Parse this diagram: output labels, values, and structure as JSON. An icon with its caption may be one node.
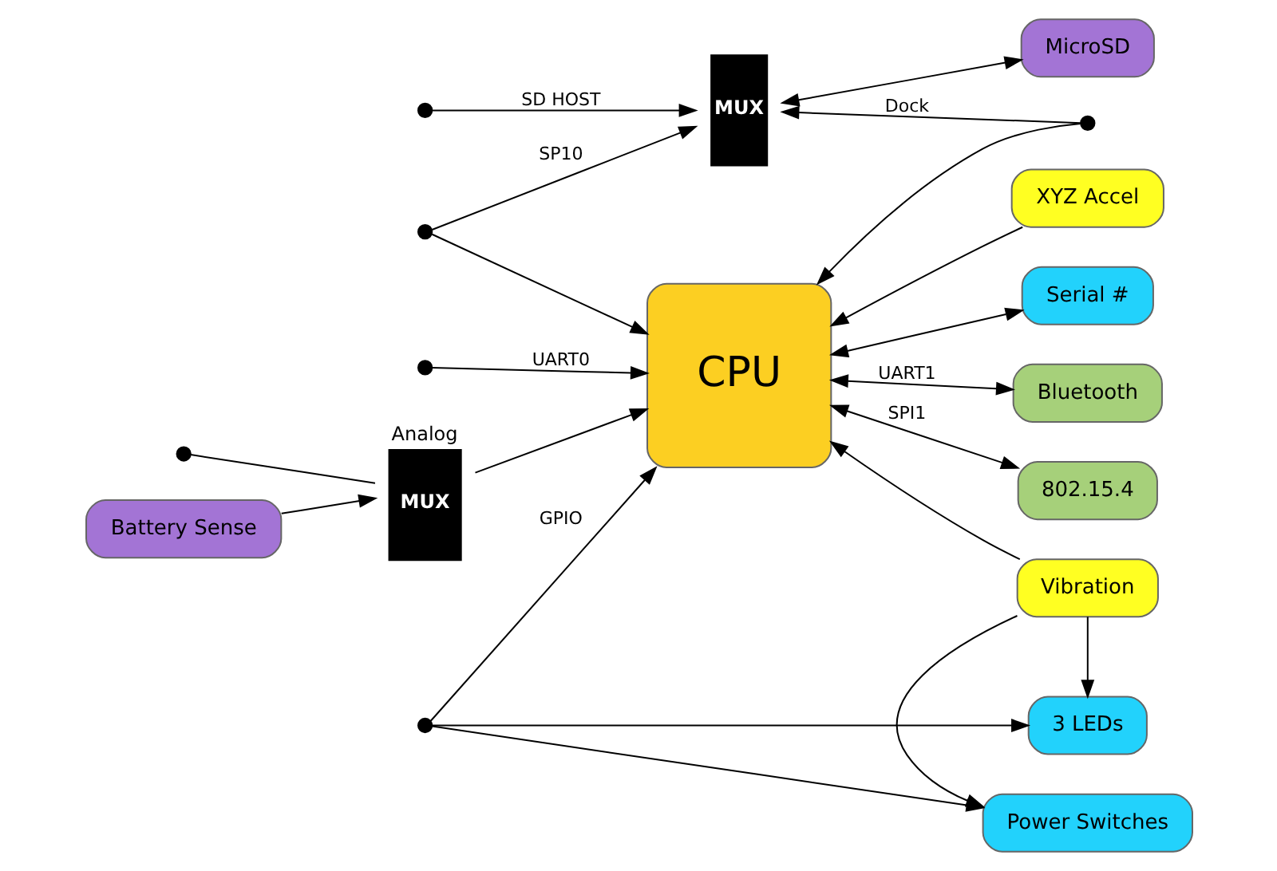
{
  "diagram": {
    "nodes": [
      {
        "text": [],
        "shape": "circle"
      },
      {
        "text": [],
        "shape": "circle"
      },
      {
        "text": [],
        "shape": "circle"
      },
      {
        "text": [
          "MUX"
        ]
      },
      {
        "text": [
          "MicroSD"
        ]
      },
      {
        "text": [],
        "shape": "circle"
      },
      {
        "text": [
          "Vibration"
        ]
      },
      {
        "text": [
          "XYZ Accel"
        ]
      },
      {
        "text": [
          "CPU"
        ]
      },
      {
        "text": [],
        "shape": "circle"
      },
      {
        "text": [
          "MUX"
        ],
        "beside": [
          "Analog"
        ]
      },
      {
        "text": [],
        "shape": "circle"
      },
      {
        "text": [
          "3 LEDs"
        ]
      },
      {
        "text": [
          "Power Switches"
        ]
      },
      {
        "text": [
          "Serial #"
        ]
      },
      {
        "text": [
          "Battery Sense"
        ]
      },
      {
        "text": [
          "Bluetooth"
        ]
      },
      {
        "text": [
          "802.15.4"
        ]
      }
    ],
    "edges": [
      {
        "from": 0,
        "to": 3,
        "arrow": "to",
        "label": "SD HOST"
      },
      {
        "from": 1,
        "to": 3,
        "arrow": "to",
        "label": "SP10"
      },
      {
        "from": 1,
        "to": 8,
        "arrow": "to"
      },
      {
        "from": 2,
        "to": 8,
        "arrow": "to",
        "label": "UART0"
      },
      {
        "from": 3,
        "to": 4,
        "arrow": "both"
      },
      {
        "from": 5,
        "to": 3,
        "arrow": "to",
        "label": "Dock"
      },
      {
        "from": 5,
        "to": 8,
        "arrow": "to"
      },
      {
        "from": 9,
        "to": 8,
        "arrow": "to",
        "label": "GPIO"
      },
      {
        "from": 9,
        "to": 12,
        "arrow": "to"
      },
      {
        "from": 9,
        "to": 13,
        "arrow": "to"
      },
      {
        "from": 6,
        "to": 8,
        "arrow": "to"
      },
      {
        "from": 6,
        "to": 12,
        "arrow": "to"
      },
      {
        "from": 6,
        "to": 13,
        "arrow": "to"
      },
      {
        "from": 7,
        "to": 8,
        "arrow": "to"
      },
      {
        "from": 10,
        "to": 8,
        "arrow": "to"
      },
      {
        "from": 11,
        "to": 10,
        "arrow": "none"
      },
      {
        "from": 15,
        "to": 10,
        "arrow": "to"
      },
      {
        "from": 8,
        "to": 14,
        "arrow": "both"
      },
      {
        "from": 8,
        "to": 16,
        "arrow": "both",
        "label": "UART1"
      },
      {
        "from": 8,
        "to": 17,
        "arrow": "both",
        "label": "SPI1"
      }
    ]
  }
}
